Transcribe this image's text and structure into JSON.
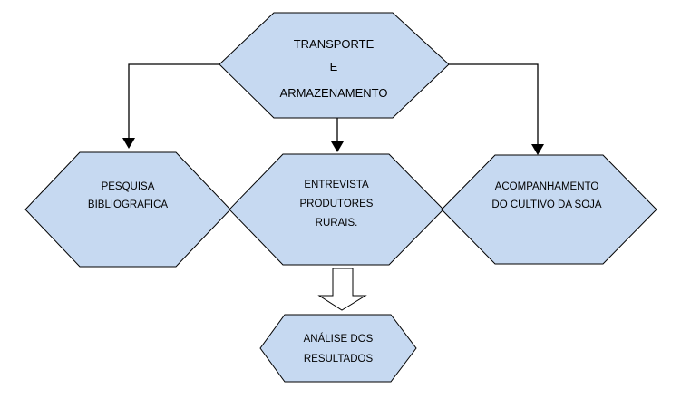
{
  "diagram": {
    "top_node": {
      "lines": [
        "TRANSPORTE",
        "E",
        "ARMAZENAMENTO"
      ]
    },
    "left_node": {
      "lines": [
        "PESQUISA",
        "BIBLIOGRAFICA"
      ]
    },
    "center_node": {
      "lines": [
        "ENTREVISTA",
        "PRODUTORES",
        "RURAIS."
      ]
    },
    "right_node": {
      "lines": [
        "ACOMPANHAMENTO",
        "DO CULTIVO DA SOJA"
      ]
    },
    "result_node": {
      "lines": [
        "ANÁLISE DOS",
        "RESULTADOS"
      ]
    },
    "colors": {
      "shape_fill": "#c6d9f1",
      "outline": "#000000",
      "block_arrow_fill": "#ffffff"
    }
  }
}
